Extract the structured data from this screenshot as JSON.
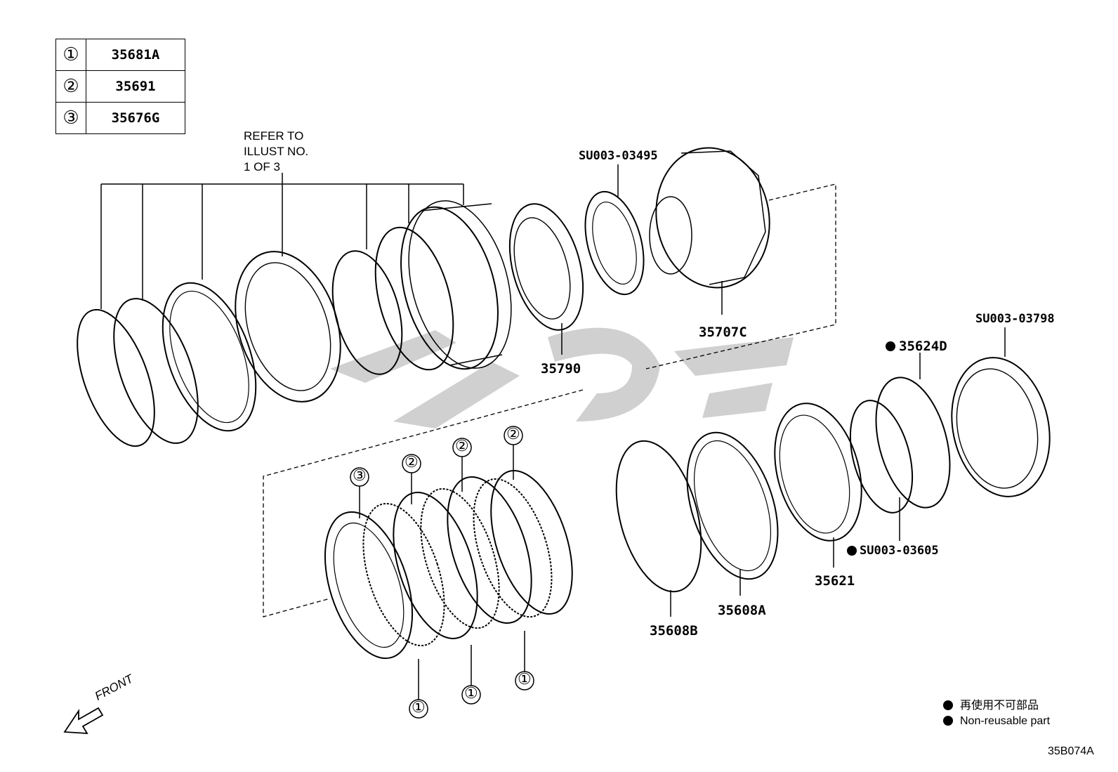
{
  "legend": [
    {
      "symbol": "①",
      "part": "35681A"
    },
    {
      "symbol": "②",
      "part": "35691"
    },
    {
      "symbol": "③",
      "part": "35676G"
    }
  ],
  "refer_note": "REFER TO\nILLUST NO.\n1 OF 3",
  "labels": {
    "su_03495": "SU003-03495",
    "p35707c": "35707C",
    "p35790": "35790",
    "su_03798": "SU003-03798",
    "p35624d": "35624D",
    "su_03605": "SU003-03605",
    "p35621": "35621",
    "p35608a": "35608A",
    "p35608b": "35608B"
  },
  "callouts": {
    "one": "①",
    "two": "②",
    "three": "③"
  },
  "notes": {
    "jp": "再使用不可部品",
    "en": "Non-reusable part"
  },
  "front": "FRONT",
  "code": "35B074A"
}
